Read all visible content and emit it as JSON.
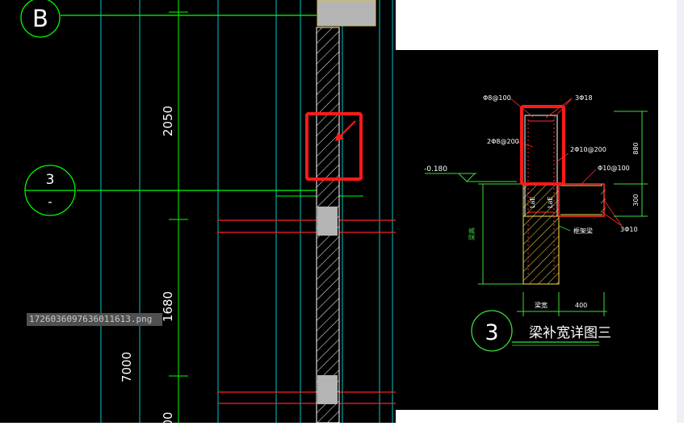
{
  "main_plan": {
    "grid_bubble_B": "B",
    "detail_ref_number": "3",
    "detail_ref_sheet": "-",
    "dim_upper": "2050",
    "dim_middle": "1680",
    "dim_lower": "7000",
    "dim_cut": "00"
  },
  "overlay_filename": "1726036097636011613.png",
  "detail": {
    "title_number": "3",
    "title": "梁补宽详图三",
    "labels": {
      "tie_top": "Φ8@100",
      "rebar_top_right": "3Φ18",
      "stirrup_mid": "2Φ8@200",
      "stirrup_right": "2Φ10@200",
      "stirrup_right_bottom": "Φ10@100",
      "elevation": "-0.180",
      "frame_beam": "框架梁",
      "rebar_bottom": "3Φ10",
      "lae_1": "LaE",
      "lae_2": "LaE",
      "left_dim_label": "梁高",
      "dim_880": "880",
      "dim_300": "300",
      "bottom_dim_left": "梁宽",
      "bottom_dim_right": "400"
    }
  },
  "colors": {
    "background": "#000000",
    "grid_green": "#00ff00",
    "axis_cyan": "#00c8c8",
    "dim_green": "#3cdc3c",
    "red_line": "#ff2020",
    "highlight_red": "#ff1a1a",
    "hatch": "#ffffff",
    "hatch_yellow": "#ffe040",
    "gray_column": "#b4b4b4"
  }
}
